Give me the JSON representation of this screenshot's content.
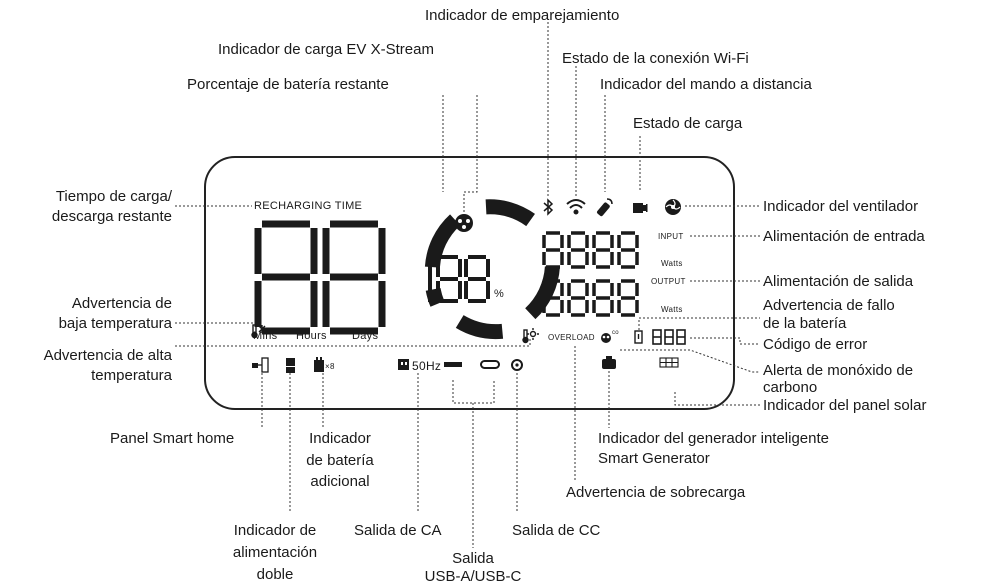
{
  "labels": {
    "pairing": "Indicador de emparejamiento",
    "ev_charge": "Indicador de carga EV X-Stream",
    "wifi": "Estado de la conexión Wi-Fi",
    "battery_pct": "Porcentaje de batería restante",
    "remote": "Indicador del mando a distancia",
    "charge_state": "Estado de carga",
    "time_remaining_1": "Tiempo de carga/",
    "time_remaining_2": "descarga restante",
    "fan": "Indicador del ventilador",
    "input_power": "Alimentación de entrada",
    "output_power": "Alimentación de salida",
    "low_temp_1": "Advertencia de",
    "low_temp_2": "baja temperatura",
    "battery_fault_1": "Advertencia de fallo",
    "battery_fault_2": "de la batería",
    "high_temp_1": "Advertencia de alta",
    "high_temp_2": "temperatura",
    "error_code": "Código de error",
    "co_alert_1": "Alerta de monóxido de",
    "co_alert_2": "carbono",
    "solar": "Indicador del panel solar",
    "smart_home": "Panel Smart home",
    "extra_battery_1": "Indicador",
    "extra_battery_2": "de batería",
    "extra_battery_3": "adicional",
    "smart_generator_1": "Indicador del generador inteligente",
    "smart_generator_2": "Smart Generator",
    "overload": "Advertencia de sobrecarga",
    "dual_power_1": "Indicador de",
    "dual_power_2": "alimentación",
    "dual_power_3": "doble",
    "ac_out": "Salida de CA",
    "dc_out": "Salida de CC",
    "usb_out_1": "Salida",
    "usb_out_2": "USB-A/USB-C"
  },
  "display": {
    "recharging_time": "RECHARGING TIME",
    "mins": "Mins",
    "hours": "Hours",
    "days": "Days",
    "percent_sign": "%",
    "input": "INPUT",
    "output": "OUTPUT",
    "watts_in": "Watts",
    "watts_out": "Watts",
    "overload": "OVERLOAD",
    "hz": "50Hz",
    "x8": "×8",
    "co": "co"
  },
  "icons": [
    "bluetooth-icon",
    "wifi-icon",
    "remote-icon",
    "charge-state-icon",
    "fan-icon",
    "ev-icon",
    "low-temp-icon",
    "high-temp-icon",
    "smart-home-icon",
    "dual-power-icon",
    "extra-battery-icon",
    "ac-outlet-icon",
    "usb-a-icon",
    "usb-c-icon",
    "dc-outlet-icon",
    "co-icon",
    "battery-fault-icon",
    "smart-generator-icon",
    "solar-panel-icon"
  ],
  "colors": {
    "ink": "#1a1a1a",
    "leader": "#333333",
    "frame": "#222222"
  }
}
